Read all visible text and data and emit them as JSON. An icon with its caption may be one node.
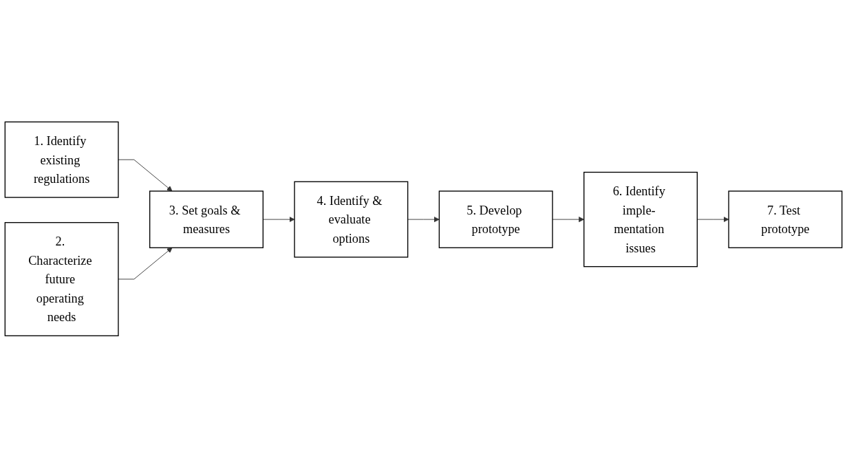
{
  "diagram": {
    "nodes": [
      {
        "text": [
          "1. Identify existing regulations"
        ]
      },
      {
        "text": [
          "2. Characterize future operating needs"
        ]
      },
      {
        "text": [
          "3. Set goals & measures"
        ]
      },
      {
        "text": [
          "4. Identify & evaluate options"
        ]
      },
      {
        "text": [
          "5. Develop prototype"
        ]
      },
      {
        "text": [
          "6. Identify imple- mentation issues"
        ]
      },
      {
        "text": [
          "7. Test prototype"
        ]
      }
    ],
    "edges": [
      {
        "from": 0,
        "to": 2,
        "arrow": "to"
      },
      {
        "from": 1,
        "to": 2,
        "arrow": "to"
      },
      {
        "from": 2,
        "to": 3,
        "arrow": "to"
      },
      {
        "from": 3,
        "to": 4,
        "arrow": "to"
      },
      {
        "from": 4,
        "to": 5,
        "arrow": "to"
      },
      {
        "from": 5,
        "to": 6,
        "arrow": "to"
      }
    ]
  }
}
